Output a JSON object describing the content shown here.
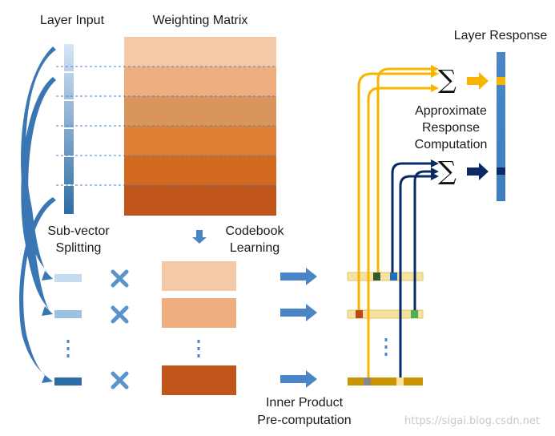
{
  "labels": {
    "layer_input": "Layer Input",
    "weighting_matrix": "Weighting Matrix",
    "layer_response": "Layer Response",
    "sub_vector_splitting_1": "Sub-vector",
    "sub_vector_splitting_2": "Splitting",
    "codebook_learning_1": "Codebook",
    "codebook_learning_2": "Learning",
    "approx_1": "Approximate",
    "approx_2": "Response",
    "approx_3": "Computation",
    "inner_product_1": "Inner Product",
    "inner_product_2": "Pre-computation"
  },
  "watermark": "https://sigai.blog.csdn.net",
  "colors": {
    "blue_dark": "#2e6da4",
    "blue_mid": "#4a86c5",
    "blue_light": "#c5dbef",
    "orange_1": "#f4c9a8",
    "orange_2": "#efae80",
    "orange_3": "#d9955c",
    "orange_4": "#e07f36",
    "orange_5": "#d16a1f",
    "orange_6": "#c0561a",
    "yellow_arrow": "#f7b500",
    "navy_arrow": "#0a2a66",
    "yellow_bar": "#f7e3a0",
    "gold_bar": "#c89400"
  }
}
